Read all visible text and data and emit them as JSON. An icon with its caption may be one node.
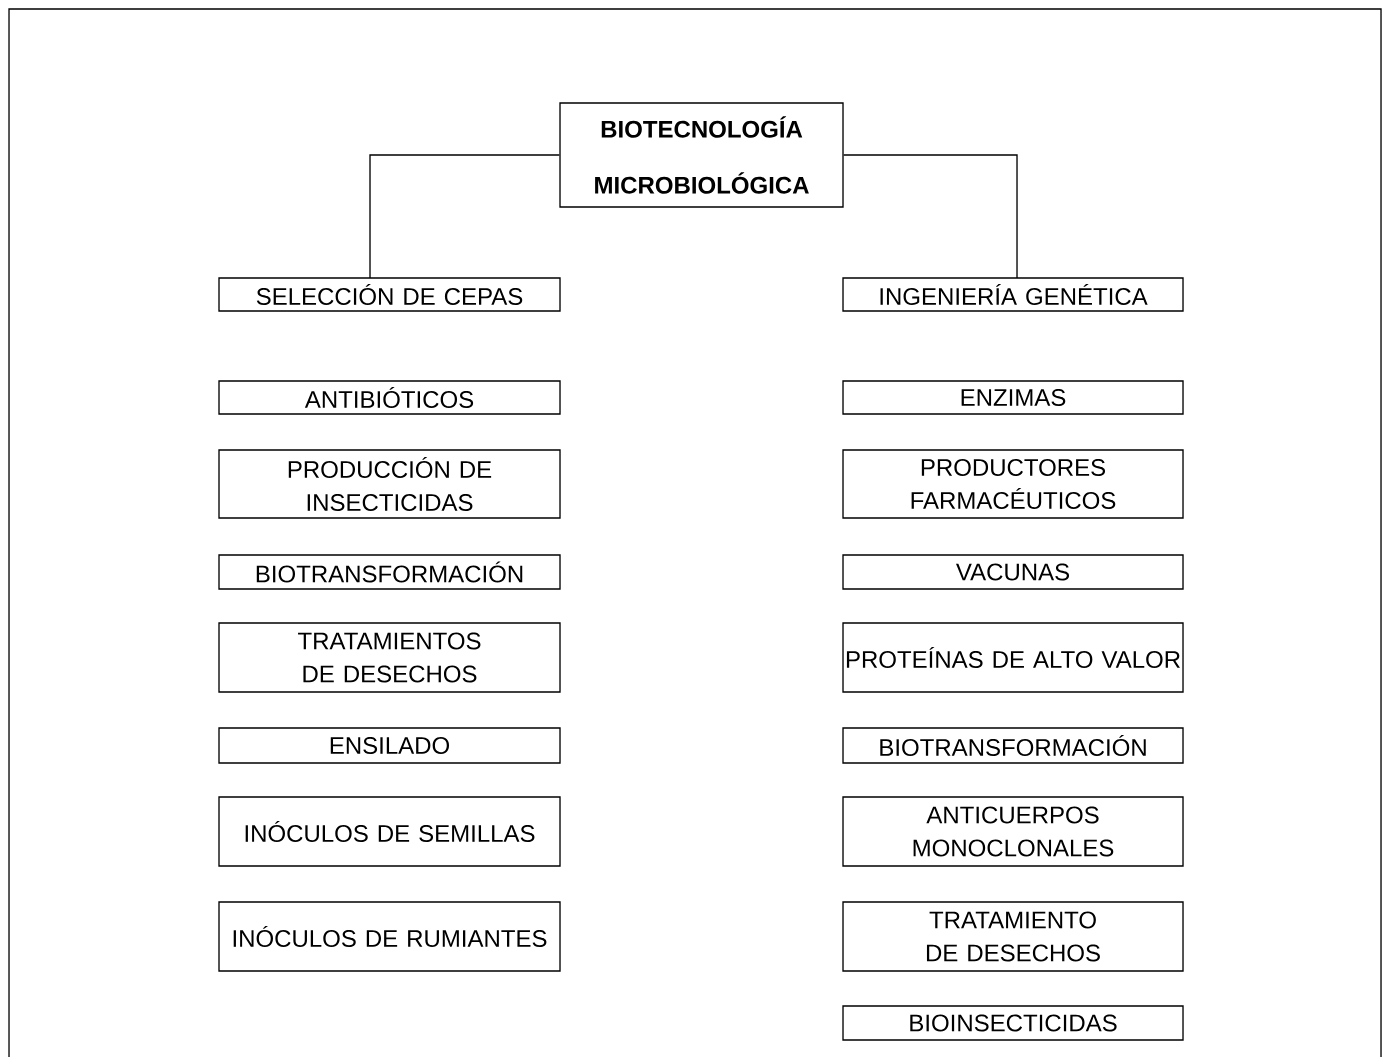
{
  "diagram": {
    "nodes": [
      {
        "text": [
          "BIOTECNOLOGÍA MICROBIOLÓGICA"
        ]
      },
      {
        "text": [
          "SELECCIÓN DE CEPAS"
        ]
      },
      {
        "text": [
          "INGENIERÍA GENÉTICA"
        ]
      },
      {
        "text": [
          "ANTIBIÓTICOS"
        ]
      },
      {
        "text": [
          "PRODUCCIÓN DE INSECTICIDAS"
        ]
      },
      {
        "text": [
          "BIOTRANSFORMACIÓN"
        ]
      },
      {
        "text": [
          "TRATAMIENTOS DE DESECHOS"
        ]
      },
      {
        "text": [
          "ENSILADO"
        ]
      },
      {
        "text": [
          "INÓCULOS DE SEMILLAS"
        ]
      },
      {
        "text": [
          "INÓCULOS DE RUMIANTES"
        ]
      },
      {
        "text": [
          "ENZIMAS"
        ]
      },
      {
        "text": [
          "PRODUCTORES FARMACÉUTICOS"
        ]
      },
      {
        "text": [
          "VACUNAS"
        ]
      },
      {
        "text": [
          "PROTEÍNAS DE ALTO VALOR"
        ]
      },
      {
        "text": [
          "BIOTRANSFORMACIÓN"
        ]
      },
      {
        "text": [
          "ANTICUERPOS MONOCLONALES"
        ]
      },
      {
        "text": [
          "TRATAMIENTO DE DESECHOS"
        ]
      },
      {
        "text": [
          "BIOINSECTICIDAS"
        ]
      }
    ],
    "edges": [
      {
        "from": 0,
        "to": 1,
        "arrow": "none"
      },
      {
        "from": 0,
        "to": 2,
        "arrow": "none"
      }
    ]
  }
}
